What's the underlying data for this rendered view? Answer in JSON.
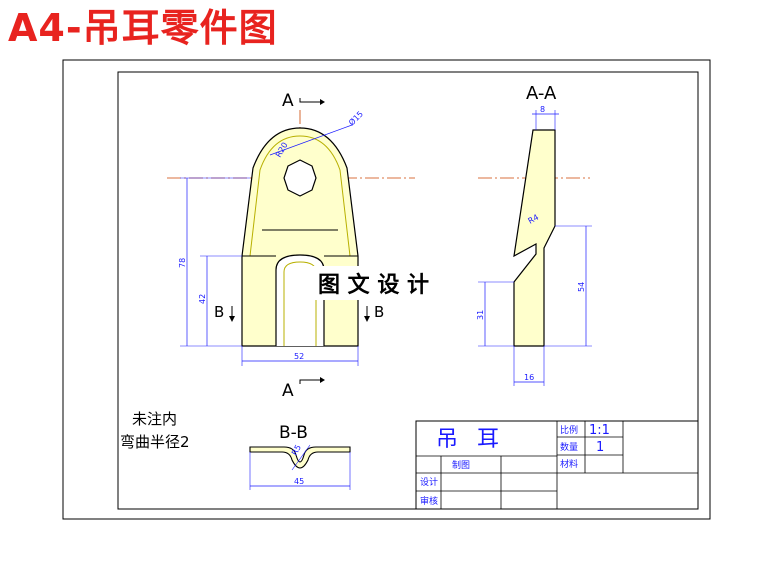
{
  "title": "A4-吊耳零件图",
  "colors": {
    "title": "#e8231f",
    "outline": "#000000",
    "dimension": "#1a1aff",
    "centerline": "#cc4400",
    "body_fill": "#ffffcc"
  },
  "views": {
    "section_a_label": "A",
    "section_a_title": "A-A",
    "section_b_label": "B",
    "section_b_title": "B-B",
    "watermark": "图 文 设 计"
  },
  "dimensions": {
    "hole_diameter": "Ø15",
    "radius": "R20",
    "overall_height": "78",
    "lower_height": "42",
    "bottom_width": "52",
    "thickness": "8",
    "side_radius": "R4",
    "side_height": "54",
    "side_lower_height": "31",
    "side_width": "16",
    "bb_width": "45",
    "bb_radius": "R5"
  },
  "notes": {
    "line1": "未注内",
    "line2": "弯曲半径2"
  },
  "title_block": {
    "part_name": "吊 耳",
    "scale_label": "比例",
    "scale_value": "1:1",
    "qty_label": "数量",
    "qty_value": "1",
    "material_label": "材料",
    "drawn_label": "制图",
    "design_label": "设计",
    "review_label": "审核"
  }
}
